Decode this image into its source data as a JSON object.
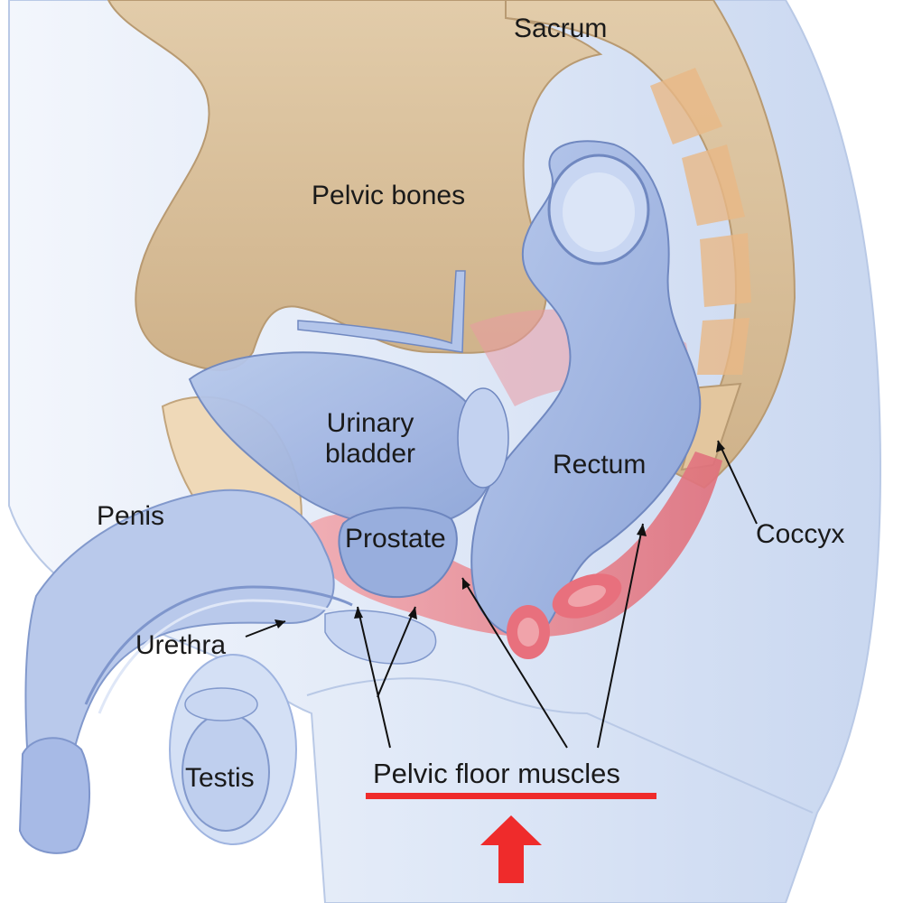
{
  "labels": {
    "sacrum": "Sacrum",
    "pelvic_bones": "Pelvic bones",
    "urinary_bladder_line1": "Urinary",
    "urinary_bladder_line2": "bladder",
    "rectum": "Rectum",
    "penis": "Penis",
    "prostate": "Prostate",
    "coccyx": "Coccyx",
    "urethra": "Urethra",
    "testis": "Testis",
    "pelvic_floor_muscles": "Pelvic floor muscles"
  },
  "colors": {
    "body": "#dde7f6",
    "bone": "#dcc29c",
    "organ": "#9fb4e0",
    "muscle": "#e67c87",
    "highlight": "#ef2b2b"
  }
}
